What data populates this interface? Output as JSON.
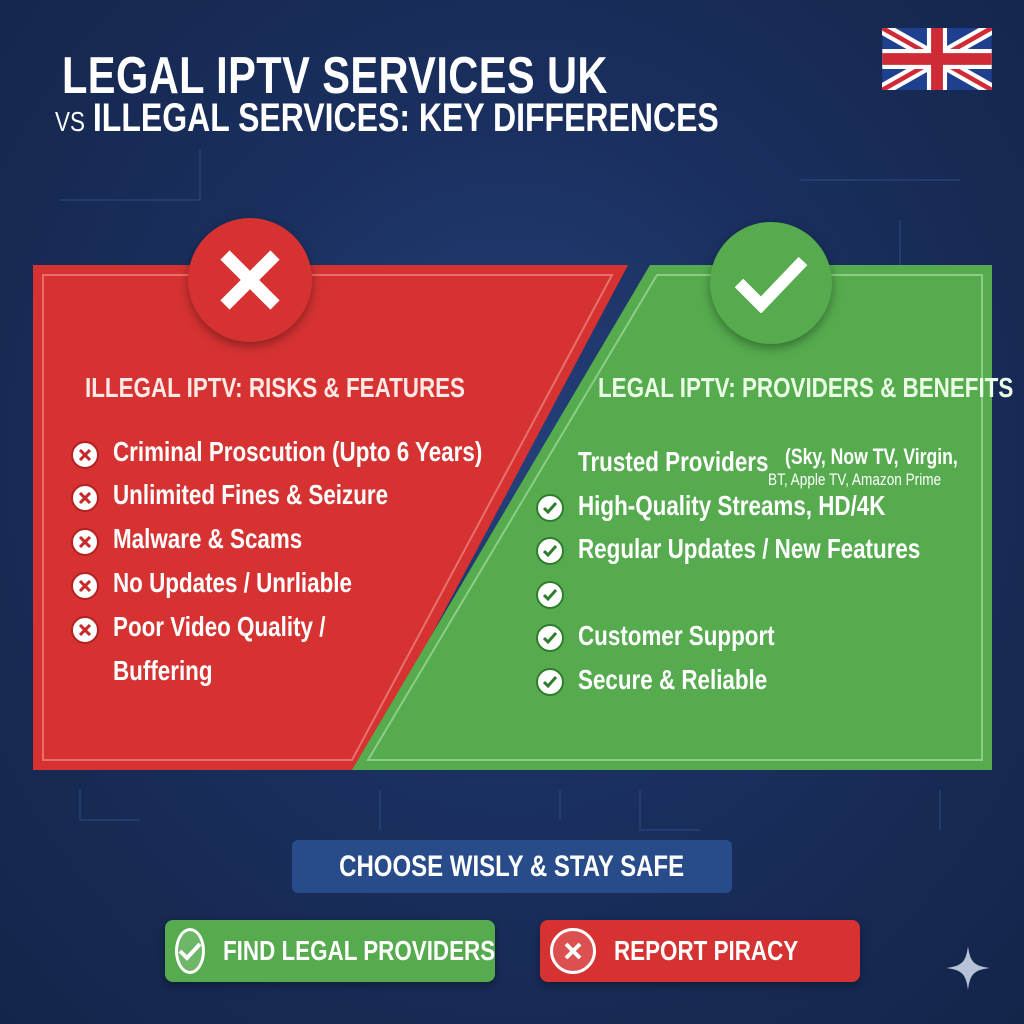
{
  "title": {
    "line1": "LEGAL IPTV SERVICES UK",
    "vs": "VS",
    "line2": "ILLEGAL SERVICES: KEY DIFFERENCES"
  },
  "flag_icon": "uk-flag",
  "colors": {
    "background": "#1a2f5e",
    "illegal": "#d63232",
    "legal": "#55ab4e",
    "banner": "#284b8a"
  },
  "illegal": {
    "icon": "x-icon",
    "heading": "ILLEGAL IPTV: RISKS & FEATURES",
    "items": [
      "Criminal Proscution (Upto 6 Years)",
      "Unlimited Fines & Seizure",
      "Malware & Scams",
      "No Updates / Unrliable",
      "Poor Video Quality /",
      "Buffering"
    ]
  },
  "legal": {
    "icon": "check-icon",
    "heading": "LEGAL IPTV: PROVIDERS & BENEFITS",
    "trusted": "Trusted Providers",
    "trusted_note1": "(Sky, Now TV, Virgin,",
    "trusted_note2": "BT, Apple TV, Amazon Prime",
    "items": [
      "High-Quality Streams, HD/4K",
      "Regular Updates / New Features",
      "",
      "Customer Support",
      "Secure & Reliable"
    ]
  },
  "banner": "CHOOSE WISLY & STAY SAFE",
  "buttons": {
    "find": "FIND LEGAL PROVIDERS",
    "report": "REPORT PIRACY"
  }
}
